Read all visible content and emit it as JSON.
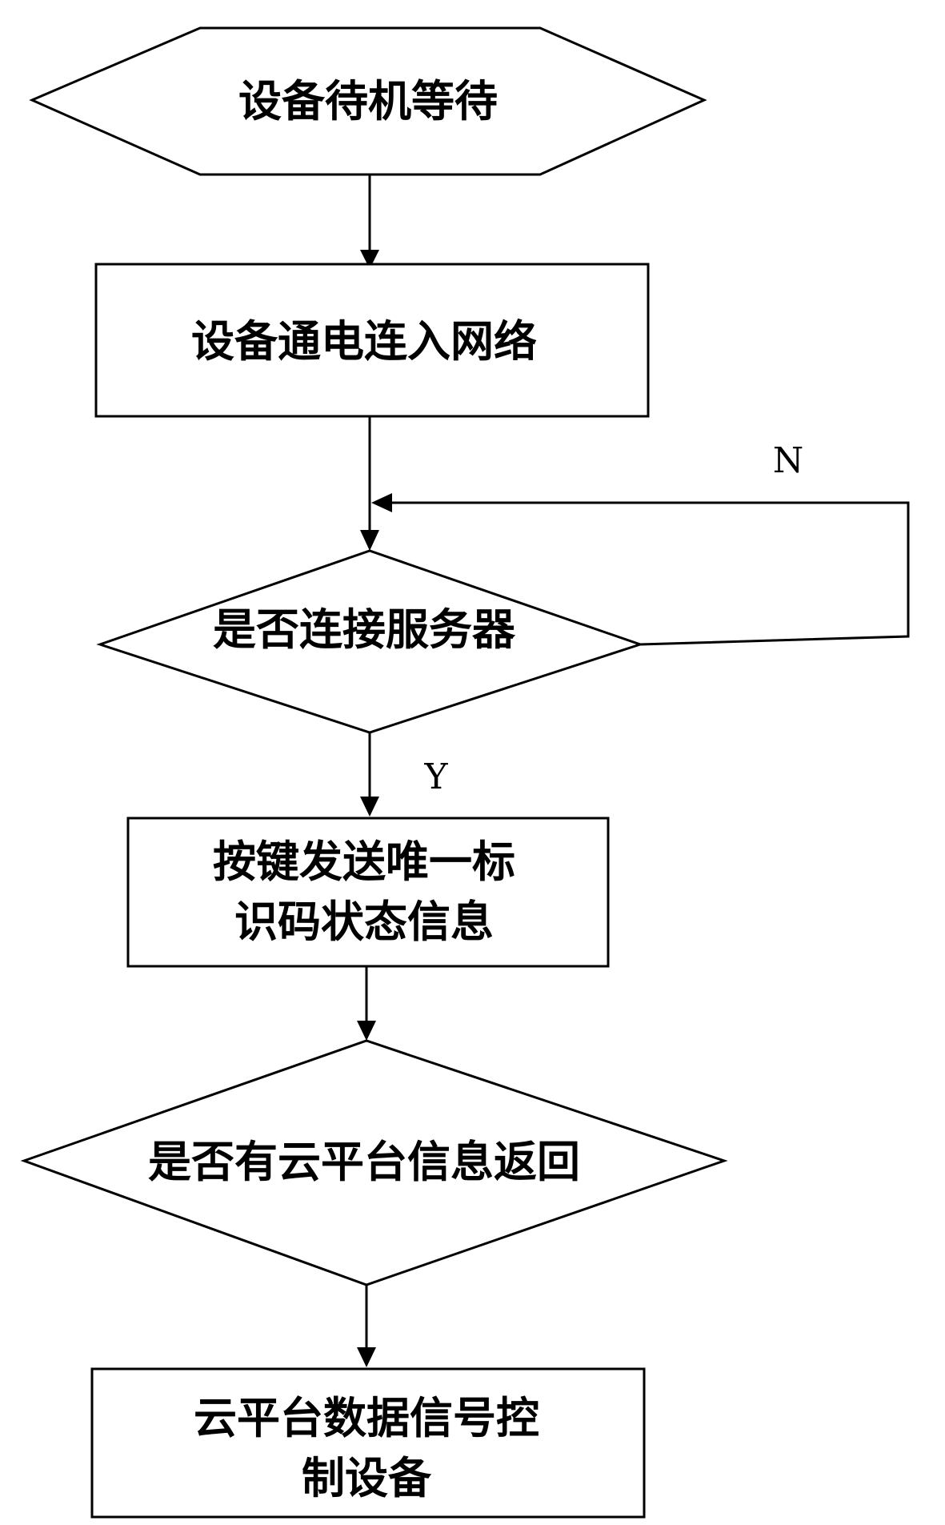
{
  "nodes": {
    "standby": {
      "label": "设备待机等待"
    },
    "power_on": {
      "label": "设备通电连入网络"
    },
    "connect_server": {
      "label": "是否连接服务器"
    },
    "send_status": {
      "lines": [
        "按键发送唯一标",
        "识码状态信息"
      ]
    },
    "cloud_return": {
      "label": "是否有云平台信息返回"
    },
    "cloud_control": {
      "lines": [
        "云平台数据信号控",
        "制设备"
      ]
    }
  },
  "branch_labels": {
    "no": "N",
    "yes": "Y"
  }
}
